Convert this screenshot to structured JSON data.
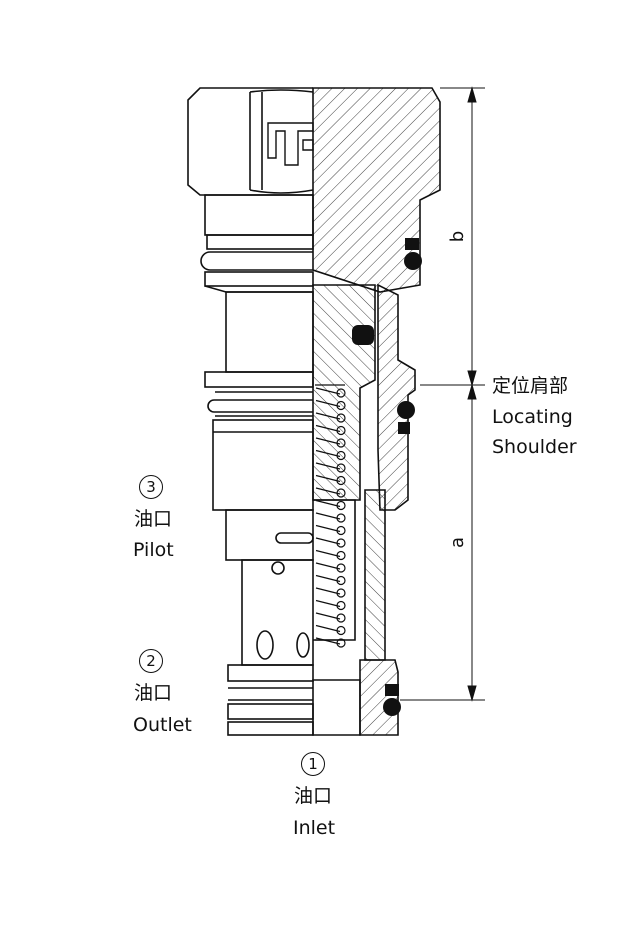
{
  "diagram": {
    "ports": [
      {
        "number": "3",
        "label_cn": "油口",
        "label_en": "Pilot"
      },
      {
        "number": "2",
        "label_cn": "油口",
        "label_en": "Outlet"
      },
      {
        "number": "1",
        "label_cn": "油口",
        "label_en": "Inlet"
      }
    ],
    "shoulder": {
      "label_cn": "定位肩部",
      "label_en_1": "Locating",
      "label_en_2": "Shoulder"
    },
    "dimensions": {
      "a": "a",
      "b": "b"
    },
    "colors": {
      "line": "#111111",
      "background": "#ffffff"
    }
  }
}
